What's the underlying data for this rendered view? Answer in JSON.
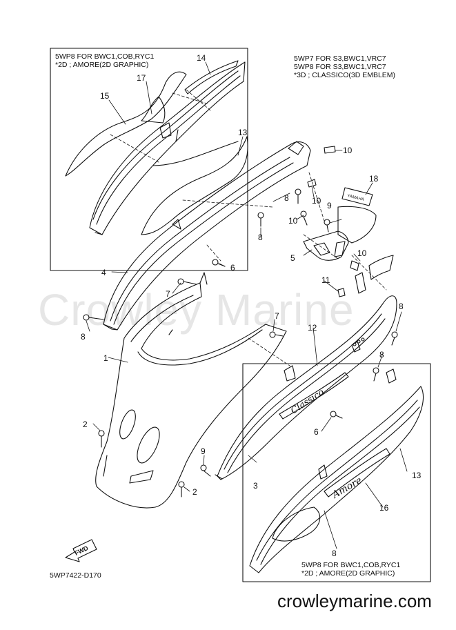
{
  "notes": {
    "top_left_line1": "5WP8 FOR BWC1,COB,RYC1",
    "top_left_line2": "*2D ; AMORE(2D GRAPHIC)",
    "top_right_line1": "5WP7 FOR S3,BWC1,VRC7",
    "top_right_line2": "5WP8 FOR S3,BWC1,VRC7",
    "top_right_line3": "*3D ; CLASSICO(3D EMBLEM)",
    "bottom_right_line1": "5WP8 FOR BWC1,COB,RYC1",
    "bottom_right_line2": "*2D ; AMORE(2D GRAPHIC)"
  },
  "figure_code": "5WP7422-D170",
  "fwd_label": "FWD",
  "watermark": "Crowley Marine",
  "footer_url": "crowleymarine.com",
  "emblem_text_classico": "Classico",
  "emblem_text_amore": "Amore",
  "decal_text_18": "YAMAHA",
  "callouts": [
    {
      "id": "c1",
      "label": "1"
    },
    {
      "id": "c2a",
      "label": "2"
    },
    {
      "id": "c2b",
      "label": "2"
    },
    {
      "id": "c3",
      "label": "3"
    },
    {
      "id": "c4",
      "label": "4"
    },
    {
      "id": "c5",
      "label": "5"
    },
    {
      "id": "c6a",
      "label": "6"
    },
    {
      "id": "c6b",
      "label": "6"
    },
    {
      "id": "c7a",
      "label": "7"
    },
    {
      "id": "c7b",
      "label": "7"
    },
    {
      "id": "c8a",
      "label": "8"
    },
    {
      "id": "c8b",
      "label": "8"
    },
    {
      "id": "c8c",
      "label": "8"
    },
    {
      "id": "c8d",
      "label": "8"
    },
    {
      "id": "c8e",
      "label": "8"
    },
    {
      "id": "c8f",
      "label": "8"
    },
    {
      "id": "c9a",
      "label": "9"
    },
    {
      "id": "c9b",
      "label": "9"
    },
    {
      "id": "c10a",
      "label": "10"
    },
    {
      "id": "c10b",
      "label": "10"
    },
    {
      "id": "c10c",
      "label": "10"
    },
    {
      "id": "c10d",
      "label": "10"
    },
    {
      "id": "c11",
      "label": "11"
    },
    {
      "id": "c12",
      "label": "12"
    },
    {
      "id": "c13a",
      "label": "13"
    },
    {
      "id": "c13b",
      "label": "13"
    },
    {
      "id": "c14",
      "label": "14"
    },
    {
      "id": "c15",
      "label": "15"
    },
    {
      "id": "c16",
      "label": "16"
    },
    {
      "id": "c17",
      "label": "17"
    },
    {
      "id": "c18",
      "label": "18"
    }
  ]
}
